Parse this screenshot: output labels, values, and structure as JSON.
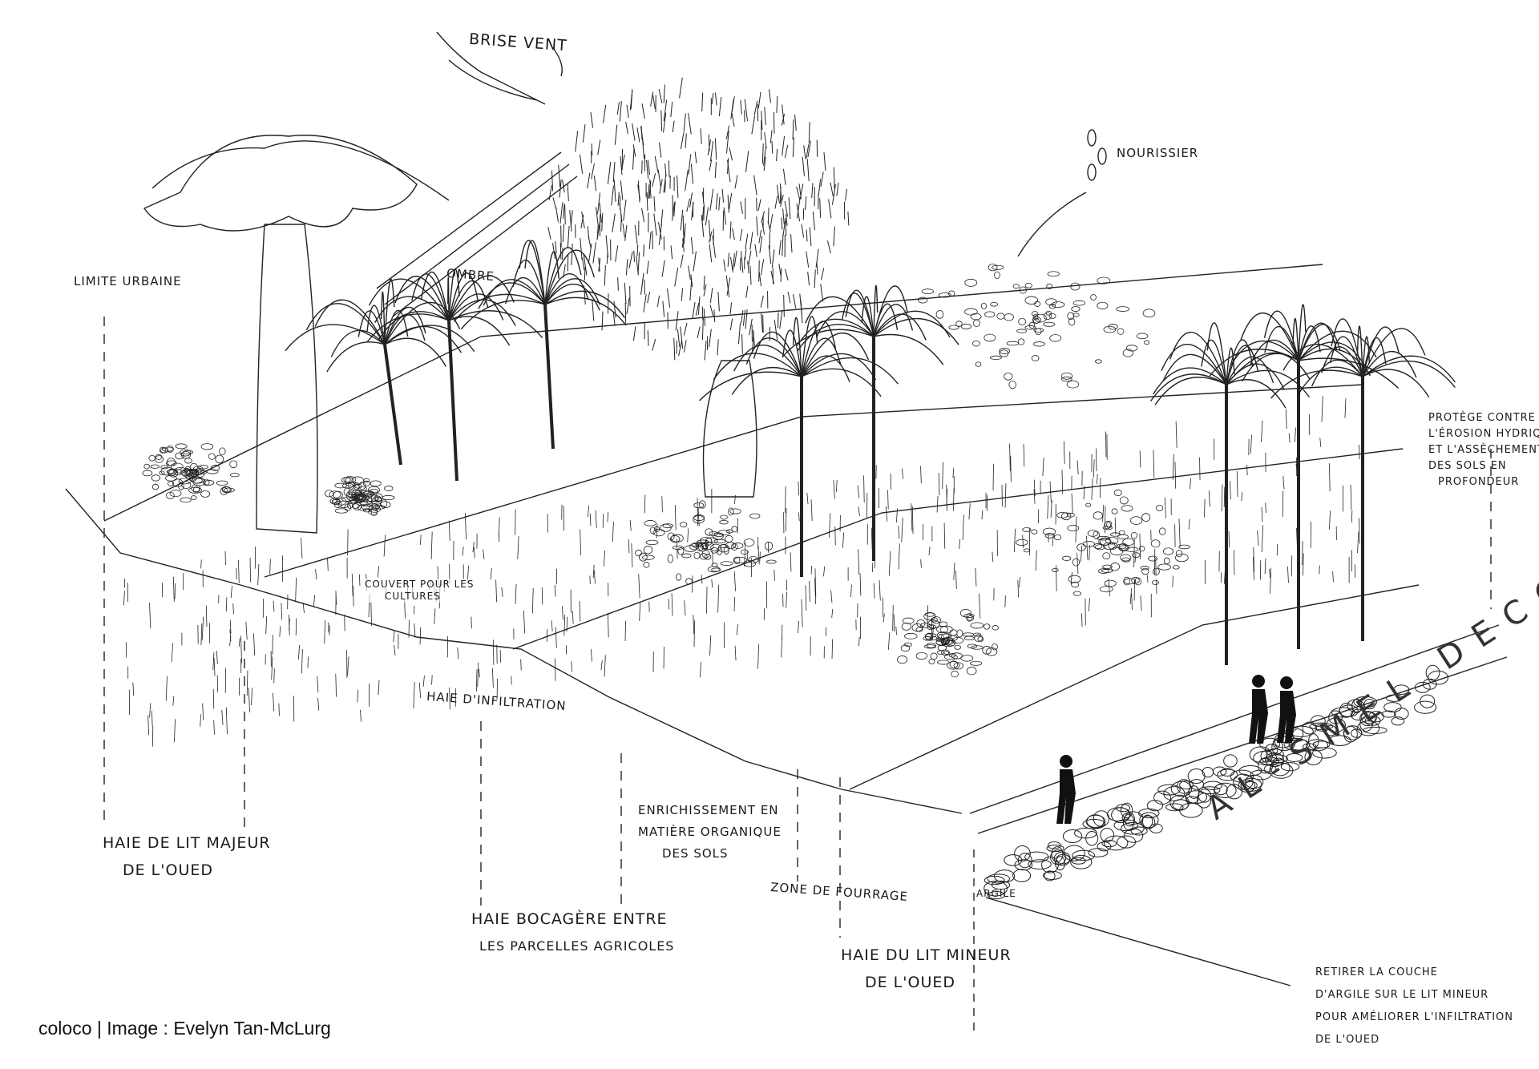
{
  "labels": {
    "brise_vent": "Brise vent",
    "nourissier": "Nourissier",
    "ombre": "Ombre",
    "limite_urbaine": "Limite urbaine",
    "protege": [
      "Protège contre",
      "l'érosion hydrique",
      "et l'assèchement",
      "des sols en",
      "profondeur"
    ],
    "couvert": [
      "Couvert pour les",
      "cultures"
    ],
    "haie_infiltration": "Haie d'infiltration",
    "enrichissement": [
      "Enrichissement en",
      "matière organique",
      "des sols"
    ],
    "haie_lit_majeur": [
      "Haie de lit majeur",
      "de l'oued"
    ],
    "zone_fourrage": "Zone de fourrage",
    "haie_bocagere": [
      "Haie bocagère entre",
      "les parcelles agricoles"
    ],
    "haie_lit_mineur": [
      "Haie du lit mineur",
      "de l'oued"
    ],
    "argile": "Argile",
    "retirer": [
      "Retirer la couche",
      "d'argile sur le lit mineur",
      "pour améliorer l'infiltration",
      "de l'oued"
    ],
    "road": "Al-Smel Deco"
  },
  "credit": "coloco | Image : Evelyn Tan-McLurg"
}
